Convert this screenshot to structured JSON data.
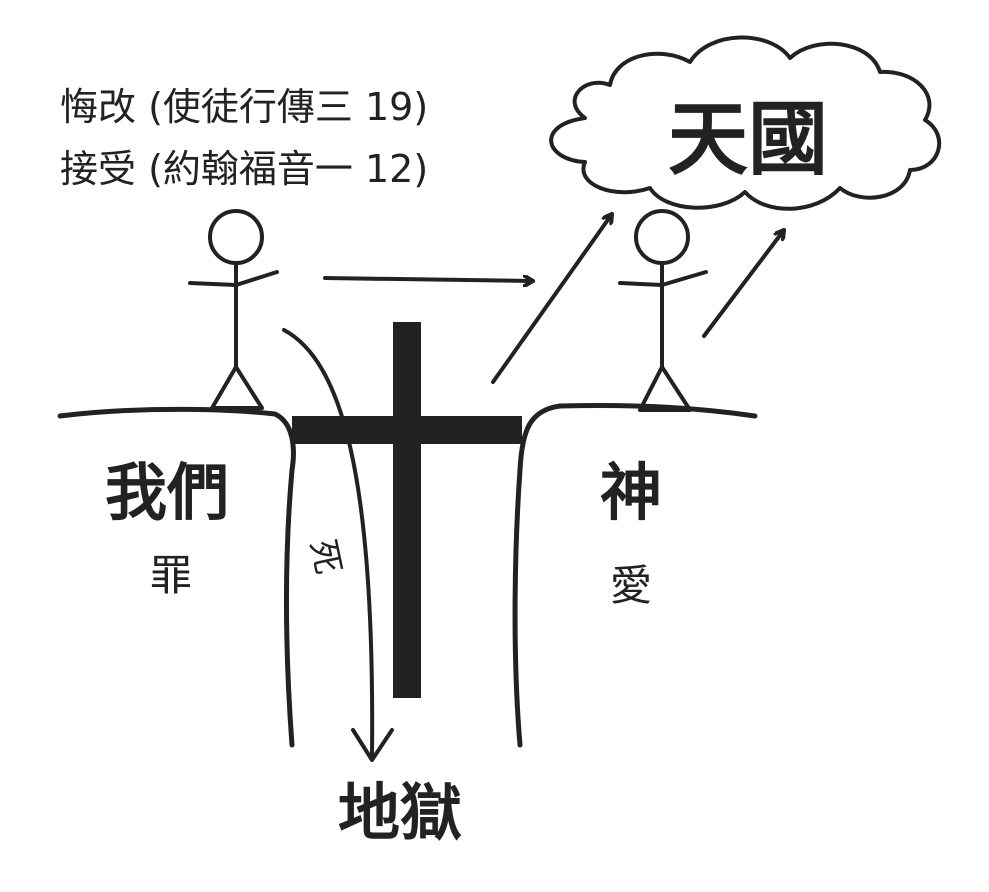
{
  "verses": {
    "repent": "悔改 (使徒行傳三 19)",
    "accept": "接受 (約翰福音一 12)"
  },
  "labels": {
    "heaven": "天國",
    "us": "我們",
    "sin": "罪",
    "god": "神",
    "love": "愛",
    "hell": "地獄",
    "death": "死"
  },
  "colors": {
    "ink": "#222222",
    "background": "#ffffff"
  }
}
